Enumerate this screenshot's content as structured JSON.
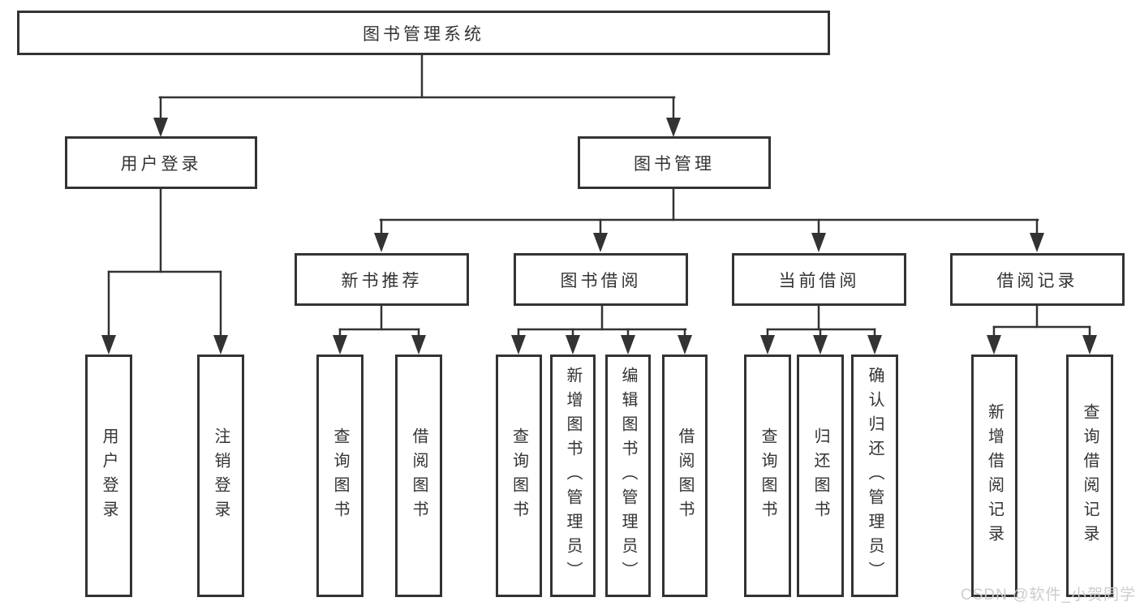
{
  "diagram_title": "图书管理系统",
  "tree": {
    "root": {
      "label": "图书管理系统"
    },
    "branches": [
      {
        "label": "用户登录",
        "children": [
          {
            "label": "用户登录"
          },
          {
            "label": "注销登录"
          }
        ]
      },
      {
        "label": "图书管理",
        "children": [
          {
            "label": "新书推荐",
            "children": [
              {
                "label": "查询图书"
              },
              {
                "label": "借阅图书"
              }
            ]
          },
          {
            "label": "图书借阅",
            "children": [
              {
                "label": "查询图书"
              },
              {
                "label": "新增图书（管理员）"
              },
              {
                "label": "编辑图书（管理员）"
              },
              {
                "label": "借阅图书"
              }
            ]
          },
          {
            "label": "当前借阅",
            "children": [
              {
                "label": "查询图书"
              },
              {
                "label": "归还图书"
              },
              {
                "label": "确认归还（管理员）"
              }
            ]
          },
          {
            "label": "借阅记录",
            "children": [
              {
                "label": "新增借阅记录"
              },
              {
                "label": "查询借阅记录"
              }
            ]
          }
        ]
      }
    ]
  },
  "watermark": {
    "text": "CSDN @软件_小贺同学",
    "color": "#cccccc"
  },
  "colors": {
    "line": "#333333",
    "box_border": "#333333",
    "text": "#333333",
    "background": "#ffffff"
  }
}
